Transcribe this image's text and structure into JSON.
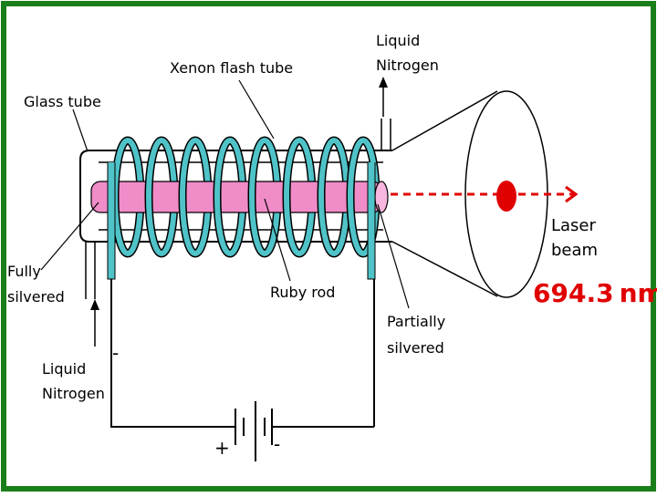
{
  "labels": {
    "xenon_flash_tube": "Xenon flash tube",
    "glass_tube": "Glass tube",
    "liquid_nitrogen_top_line1": "Liquid",
    "liquid_nitrogen_top_line2": "Nitrogen",
    "fully_silvered_line1": "Fully",
    "fully_silvered_line2": "silvered",
    "liquid_nitrogen_bottom_line1": "Liquid",
    "liquid_nitrogen_bottom_line2": "Nitrogen",
    "ruby_rod": "Ruby rod",
    "partially_silvered_line1": "Partially",
    "partially_silvered_line2": "silvered",
    "laser_beam_line1": "Laser",
    "laser_beam_line2": "beam",
    "wavelength": "694.3",
    "wavelength_unit": "nm",
    "battery_plus": "+",
    "battery_minus": "-",
    "circuit_minus": "-"
  },
  "colors": {
    "border": "#1a7f1a",
    "coil": "#4fc3c8",
    "ruby_rod": "#f08cc8",
    "beam": "#e00000",
    "line": "#000000"
  }
}
